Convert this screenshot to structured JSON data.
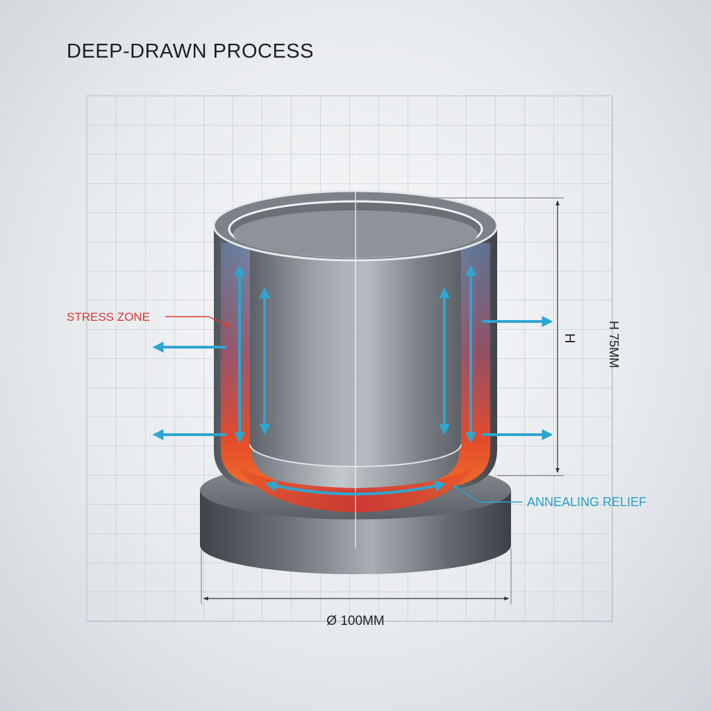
{
  "title": "DEEP-DRAWN PROCESS",
  "labels": {
    "stress_zone": "STRESS ZONE",
    "annealing_relief": "ANNEALING RELIEF",
    "height_symbol": "H",
    "height_value": "H 75MM",
    "diameter": "Ø 100MM"
  },
  "colors": {
    "stress": "#e03a2e",
    "relief": "#2ea6cf",
    "metal_dark": "#4d5258",
    "metal_light": "#c9ccd0"
  }
}
